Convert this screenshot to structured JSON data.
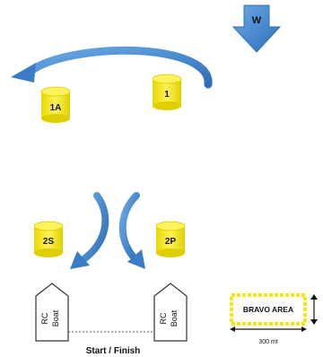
{
  "wind": {
    "label": "W",
    "color": "#4a8fd4"
  },
  "marks": {
    "mark_1": "1",
    "mark_1a": "1A",
    "mark_2s": "2S",
    "mark_2p": "2P",
    "buoy_color": "#f5e612"
  },
  "boats": {
    "left_label_line1": "RC",
    "left_label_line2": "Boat",
    "right_label_line1": "RC",
    "right_label_line2": "Boat"
  },
  "start_finish_label": "Start / Finish",
  "area": {
    "name": "BRAVO AREA",
    "distance": "300 mt",
    "border_color": "#f5e612"
  }
}
